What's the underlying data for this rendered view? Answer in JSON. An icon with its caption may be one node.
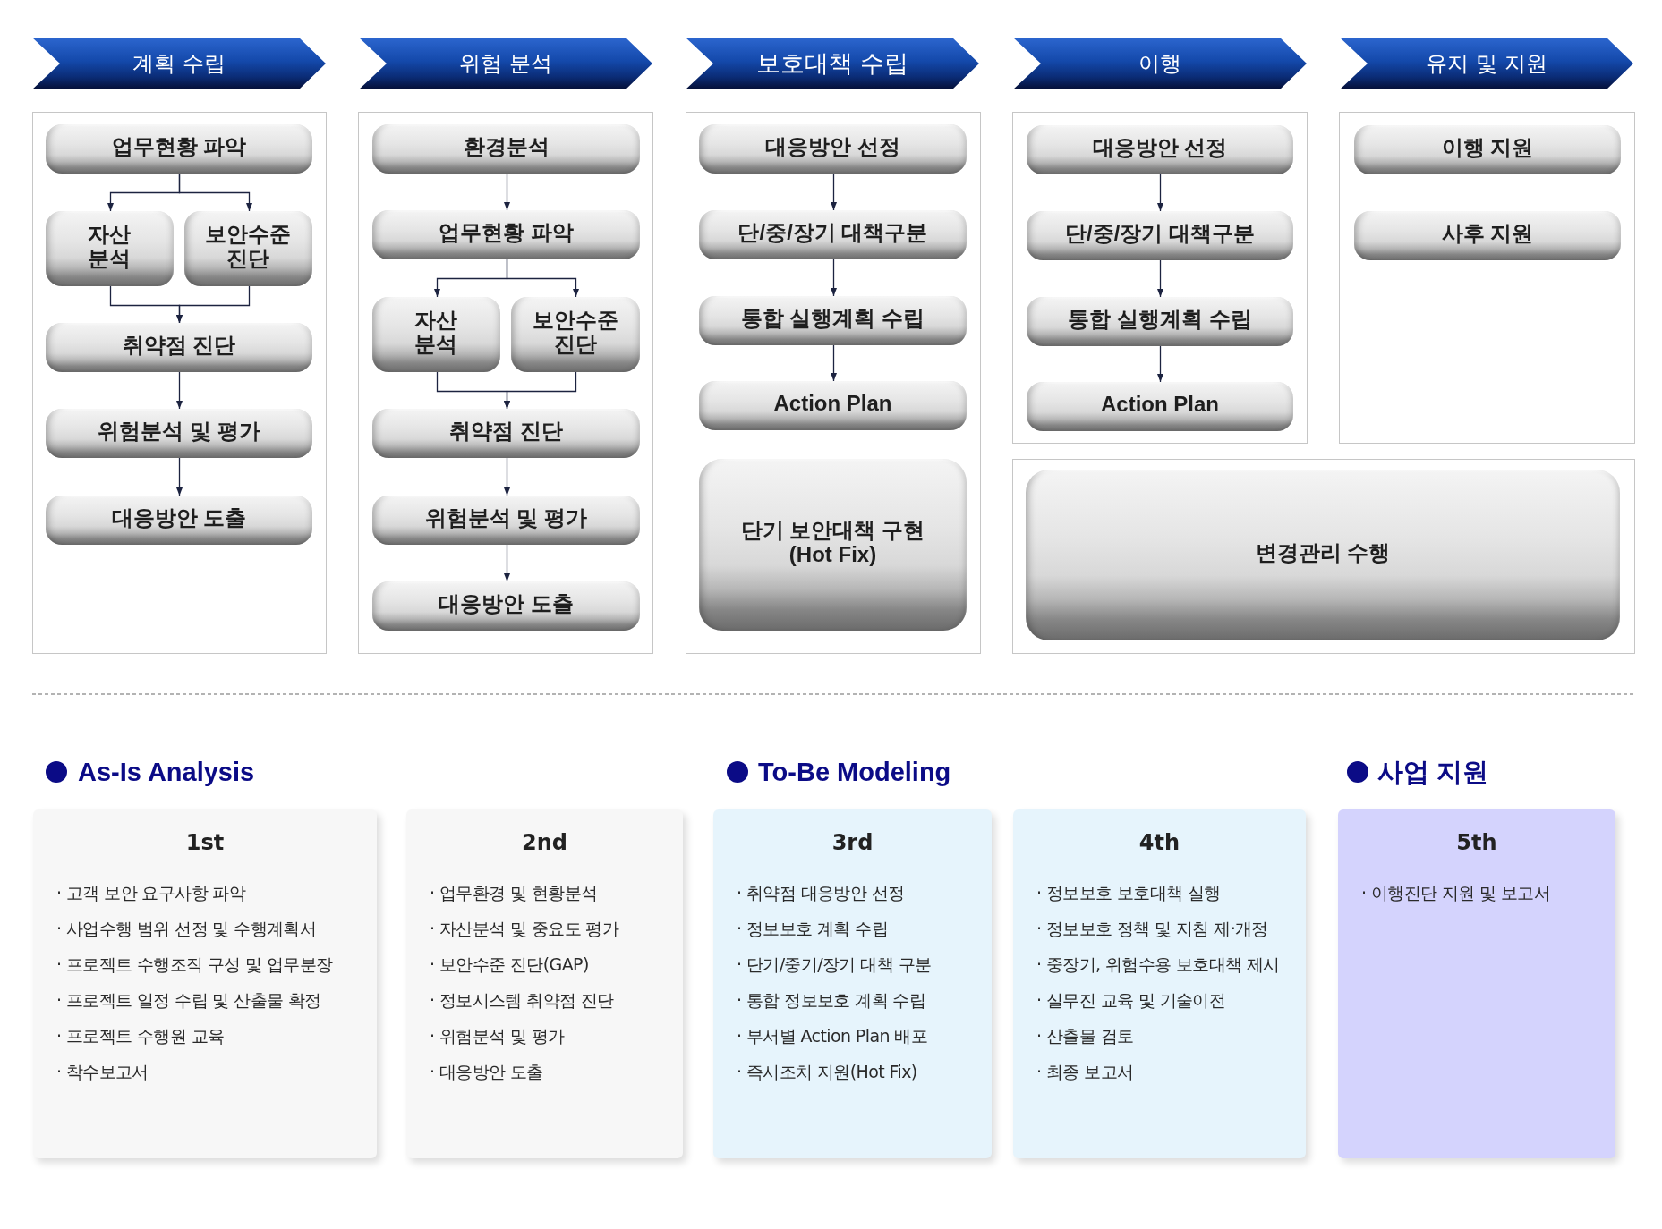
{
  "diagram": {
    "nodes": [
      {
        "text": [
          "계획 수립"
        ]
      },
      {
        "text": [
          "위험 분석"
        ]
      },
      {
        "text": [
          "보호대책 수립"
        ]
      },
      {
        "text": [
          "이행"
        ]
      },
      {
        "text": [
          "유지 및 지원"
        ]
      },
      {
        "text": [],
        "shape": "box"
      },
      {
        "text": [
          "업무현황 파악"
        ],
        "in": 5
      },
      {
        "text": [
          "자산 분석"
        ],
        "in": 5
      },
      {
        "text": [
          "보안수준 진단"
        ],
        "in": 5
      },
      {
        "text": [
          "취약점 진단"
        ],
        "in": 5
      },
      {
        "text": [
          "위험분석 및 평가"
        ],
        "in": 5
      },
      {
        "text": [
          "대응방안 도출"
        ],
        "in": 5
      },
      {
        "text": [],
        "shape": "box"
      },
      {
        "text": [
          "환경분석"
        ],
        "in": 12
      },
      {
        "text": [
          "업무현황 파악"
        ],
        "in": 12
      },
      {
        "text": [
          "자산 분석"
        ],
        "in": 12
      },
      {
        "text": [
          "보안수준 진단"
        ],
        "in": 12
      },
      {
        "text": [
          "취약점 진단"
        ],
        "in": 12
      },
      {
        "text": [
          "위험분석 및 평가"
        ],
        "in": 12
      },
      {
        "text": [
          "대응방안 도출"
        ],
        "in": 12
      },
      {
        "text": [],
        "shape": "box"
      },
      {
        "text": [
          "대응방안 선정"
        ],
        "in": 20
      },
      {
        "text": [
          "단/중/장기 대책구분"
        ],
        "in": 20
      },
      {
        "text": [
          "통합 실행계획 수립"
        ],
        "in": 20
      },
      {
        "text": [
          "Action Plan"
        ],
        "in": 20
      },
      {
        "text": [
          "단기 보안대책 구현 (Hot Fix)"
        ],
        "in": 20
      },
      {
        "text": [],
        "shape": "box"
      },
      {
        "text": [
          "대응방안 선정"
        ],
        "in": 26
      },
      {
        "text": [
          "단/중/장기 대책구분"
        ],
        "in": 26
      },
      {
        "text": [
          "통합 실행계획 수립"
        ],
        "in": 26
      },
      {
        "text": [
          "Action Plan"
        ],
        "in": 26
      },
      {
        "text": [],
        "shape": "box"
      },
      {
        "text": [
          "이행 지원"
        ],
        "in": 31
      },
      {
        "text": [
          "사후 지원"
        ],
        "in": 31
      },
      {
        "text": [],
        "shape": "box"
      },
      {
        "text": [
          "변경관리 수행"
        ],
        "in": 34
      },
      {
        "text": [
          "1st",
          "· 고객 보안 요구사항 파악",
          "· 사업수행 범위 선정 및 수행계획서",
          "· 프로젝트 수행조직 구성 및 업무분장",
          "· 프로젝트 일정 수립 및 산출물 확정",
          "· 프로젝트 수행원 교육",
          "· 착수보고서"
        ]
      },
      {
        "text": [
          "2nd",
          "· 업무환경 및 현황분석",
          "· 자산분석 및 중요도 평가",
          "· 보안수준 진단(GAP)",
          "· 정보시스템 취약점 진단",
          "· 위험분석 및 평가",
          "· 대응방안 도출"
        ]
      },
      {
        "text": [
          "3rd",
          "· 취약점 대응방안 선정",
          "· 정보보호 계획 수립",
          "· 단기/중기/장기 대책 구분",
          "· 통합 정보보호 계획 수립",
          "· 부서별 Action Plan 배포",
          "· 즉시조치 지원(Hot Fix)"
        ]
      },
      {
        "text": [
          "4th",
          "· 정보보호 보호대책 실행",
          "· 정보보호 정책 및 지침 제·개정",
          "· 중장기, 위험수용 보호대책 제시",
          "· 실무진 교육 및 기술이전",
          "· 산출물 검토",
          "· 최종 보고서"
        ]
      },
      {
        "text": [
          "5th",
          "· 이행진단 지원 및 보고서"
        ]
      }
    ],
    "edges": [
      {
        "from": 6,
        "to": 7,
        "arrow": "to"
      },
      {
        "from": 6,
        "to": 8,
        "arrow": "to"
      },
      {
        "from": 7,
        "to": 9,
        "arrow": "to"
      },
      {
        "from": 8,
        "to": 9,
        "arrow": "to"
      },
      {
        "from": 9,
        "to": 10,
        "arrow": "to"
      },
      {
        "from": 10,
        "to": 11,
        "arrow": "to"
      },
      {
        "from": 13,
        "to": 14,
        "arrow": "to"
      },
      {
        "from": 14,
        "to": 15,
        "arrow": "to"
      },
      {
        "from": 14,
        "to": 16,
        "arrow": "to"
      },
      {
        "from": 15,
        "to": 17,
        "arrow": "to"
      },
      {
        "from": 16,
        "to": 17,
        "arrow": "to"
      },
      {
        "from": 17,
        "to": 18,
        "arrow": "to"
      },
      {
        "from": 18,
        "to": 19,
        "arrow": "to"
      },
      {
        "from": 21,
        "to": 22,
        "arrow": "to"
      },
      {
        "from": 22,
        "to": 23,
        "arrow": "to"
      },
      {
        "from": 23,
        "to": 24,
        "arrow": "to"
      },
      {
        "from": 27,
        "to": 28,
        "arrow": "to"
      },
      {
        "from": 28,
        "to": 29,
        "arrow": "to"
      },
      {
        "from": 29,
        "to": 30,
        "arrow": "to"
      }
    ],
    "labels": [
      "As-Is Analysis",
      "To-Be Modeling",
      "사업 지원"
    ]
  }
}
